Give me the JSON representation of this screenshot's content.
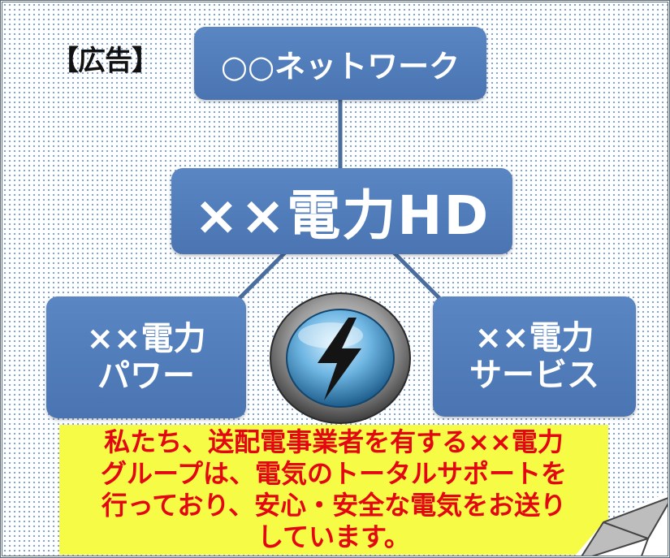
{
  "ad": {
    "tag_label": "【広告】",
    "top_box": "○○ネットワーク",
    "center_box": "××電力HD",
    "left_box": [
      "××電力",
      "パワー"
    ],
    "right_box": [
      "××電力",
      "サービス"
    ],
    "center_icon": "lightning-bolt-icon",
    "message_lines": [
      "私たち、送配電事業者を有する××電力",
      "グループは、電気のトータルサポートを",
      "行っており、安心・安全な電気をお送り",
      "しています。"
    ]
  },
  "colors": {
    "box_blue": "#4f7bbb",
    "message_text": "#e30613",
    "message_background": "#f6fb46",
    "dot_pattern": "#7fa6d6"
  }
}
